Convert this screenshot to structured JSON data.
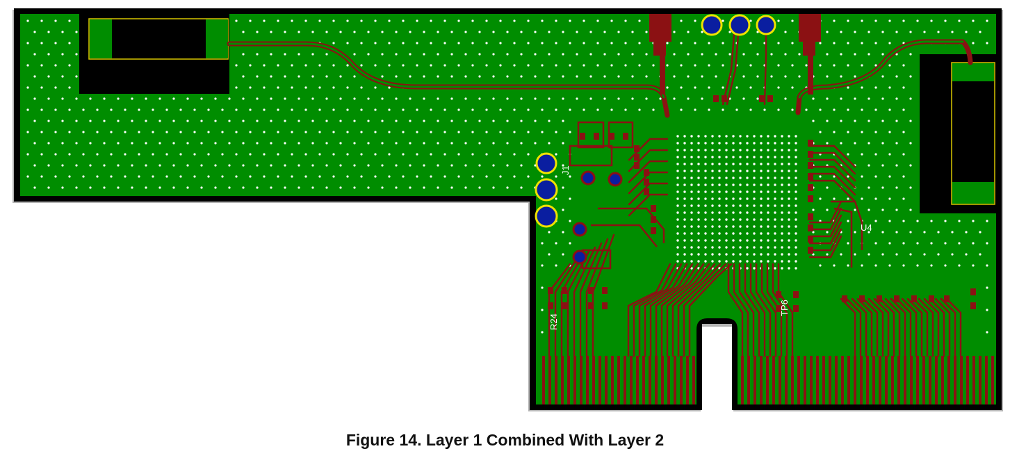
{
  "caption": "Figure 14. Layer 1 Combined With Layer 2",
  "silkscreen": {
    "j1": "J1",
    "u4": "U4",
    "r24": "R24",
    "tp6": "TP6"
  },
  "colors": {
    "copper_pour": "#008d00",
    "trace": "#8b1113",
    "board_edge": "#000000",
    "keepout": "#000000",
    "via_fill": "#0a1ea0",
    "via_ring": "#f0e200",
    "silkscreen": "#ffffff",
    "outline_shadow": "#b4b4b4"
  }
}
